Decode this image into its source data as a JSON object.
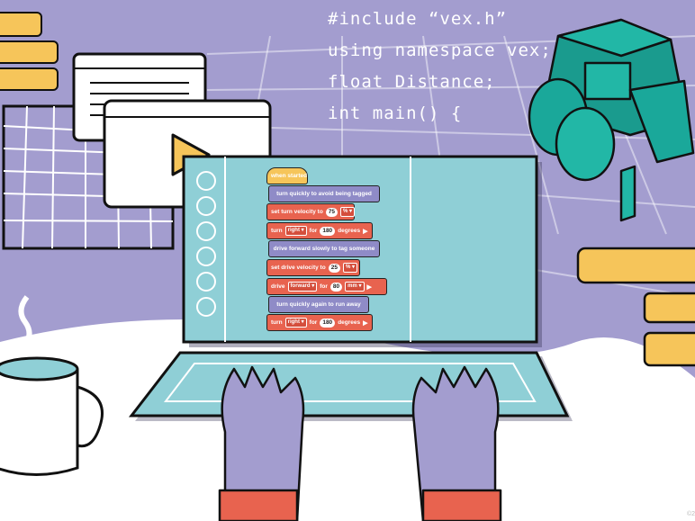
{
  "code": {
    "lines": [
      "#include “vex.h”",
      "using namespace vex;",
      "float Distance;",
      "int main() {"
    ]
  },
  "blocks": {
    "hat": "when started",
    "comment1": "turn quickly to avoid being tagged",
    "set_turn_velocity": {
      "label": "set turn velocity to",
      "value": "75",
      "unit": "% ▾"
    },
    "turn1": {
      "label": "turn",
      "dir": "right ▾",
      "for": "for",
      "value": "180",
      "unit": "degrees",
      "icon": "▶"
    },
    "comment2": "drive forward slowly to tag someone",
    "set_drive_velocity": {
      "label": "set drive velocity to",
      "value": "25",
      "unit": "% ▾"
    },
    "drive": {
      "label": "drive",
      "dir": "forward ▾",
      "for": "for",
      "value": "80",
      "unit": "mm ▾",
      "icon": "▶"
    },
    "comment3": "turn quickly again to run away",
    "turn2": {
      "label": "turn",
      "dir": "right ▾",
      "for": "for",
      "value": "180",
      "unit": "degrees",
      "icon": "▶"
    }
  },
  "colors": {
    "lavender": "#a39dcf",
    "teal_screen": "#8fcfd6",
    "robot_teal": "#1aa89a",
    "block_red": "#e8634f",
    "block_purple": "#8f8bc7",
    "hat_yellow": "#f6c55a",
    "sleeve": "#e8634f"
  },
  "icons": [
    "play-icon",
    "robot-illustration",
    "coffee-mug",
    "keyboard",
    "hands"
  ],
  "copyright": "©2"
}
